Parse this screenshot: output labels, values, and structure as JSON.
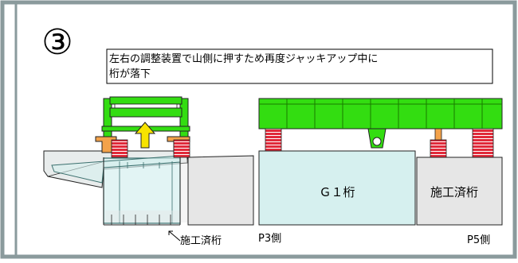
{
  "step_number": "③",
  "caption_line1": "左右の調整装置で山側に押すため再度ジャッキアップ中に",
  "caption_line2": "桁が落下",
  "labels": {
    "girder_g1": "Ｇ１桁",
    "finished_girder_right": "施工済桁",
    "finished_girder_left": "施工済桁",
    "p3_side": "P3側",
    "p5_side": "P5側"
  },
  "colors": {
    "frame_border": "#8a9a9c",
    "girder_green": "#33dd11",
    "girder_light_blue": "#d6f0ef",
    "finished_gray": "#e6e6e6",
    "jack_red": "#e02a3a",
    "jack_orange": "#f3a24a",
    "arrow_yellow": "#f7e300"
  }
}
